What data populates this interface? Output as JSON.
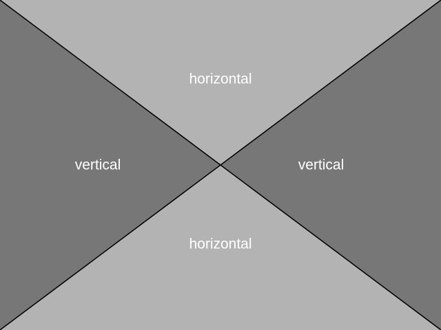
{
  "colors": {
    "horizontal_region": "#b3b3b3",
    "vertical_region": "#777777",
    "divider_line": "#000000",
    "label_text": "#ffffff"
  },
  "regions": {
    "top": {
      "label": "horizontal"
    },
    "bottom": {
      "label": "horizontal"
    },
    "left": {
      "label": "vertical"
    },
    "right": {
      "label": "vertical"
    }
  }
}
